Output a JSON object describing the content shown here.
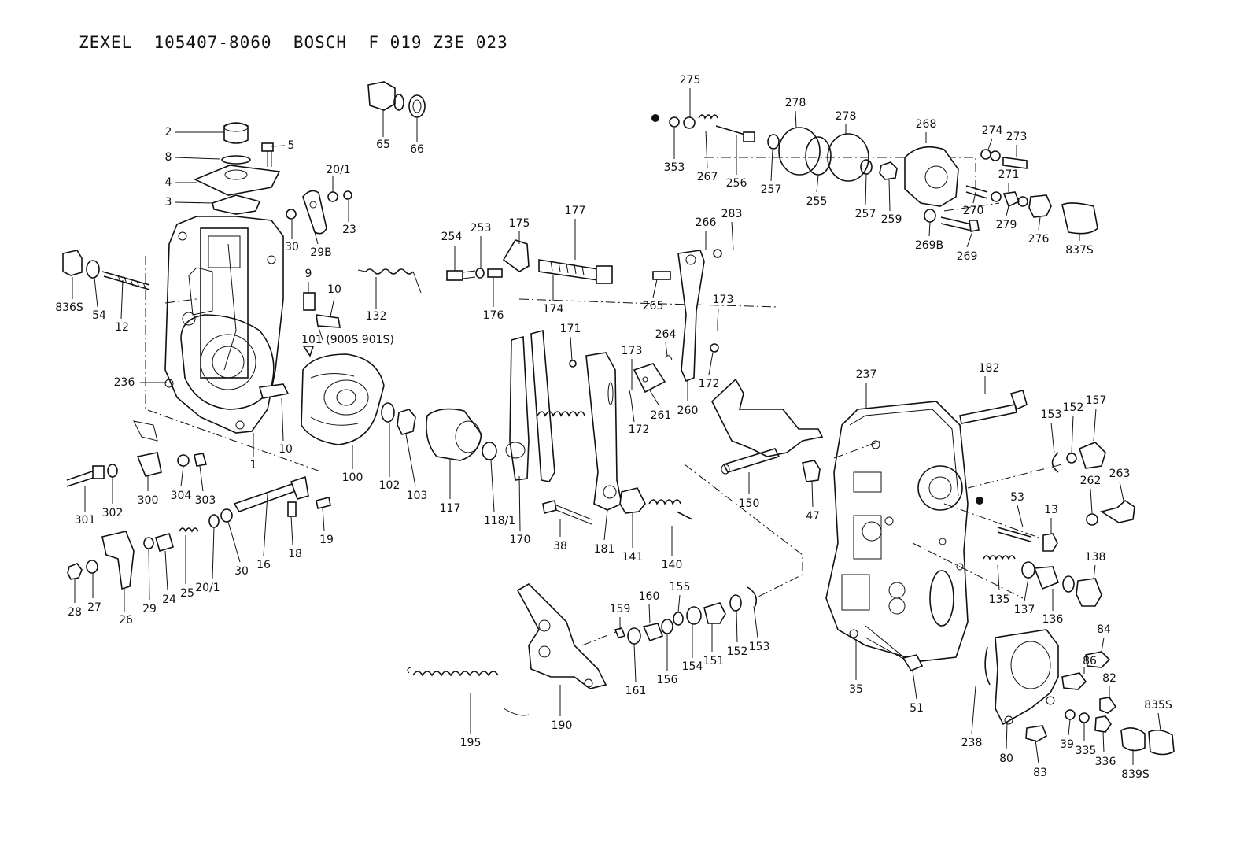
{
  "header": {
    "title": "ZEXEL  105407-8060  BOSCH  F 019 Z3E 023"
  },
  "parts": [
    "2",
    "8",
    "5",
    "4",
    "3",
    "20/1",
    "23",
    "30",
    "29B",
    "836S",
    "54",
    "12",
    "9",
    "10",
    "101 (900S.901S)",
    "132",
    "236",
    "1",
    "10",
    "65",
    "66",
    "100",
    "102",
    "103",
    "117",
    "118/1",
    "301",
    "302",
    "300",
    "304",
    "303",
    "28",
    "27",
    "26",
    "29",
    "24",
    "25",
    "20/1",
    "30",
    "16",
    "18",
    "19",
    "254",
    "253",
    "175",
    "177",
    "176",
    "174",
    "170",
    "171",
    "38",
    "181",
    "141",
    "140",
    "173",
    "172",
    "264",
    "261",
    "260",
    "173",
    "172",
    "266",
    "283",
    "265",
    "275",
    "353",
    "267",
    "256",
    "257",
    "278",
    "255",
    "278",
    "257",
    "259",
    "268",
    "274",
    "273",
    "271",
    "270",
    "279",
    "276",
    "837S",
    "269B",
    "269",
    "237",
    "182",
    "150",
    "47",
    "153",
    "152",
    "157",
    "262",
    "263",
    "53",
    "13",
    "135",
    "137",
    "136",
    "138",
    "159",
    "160",
    "155",
    "161",
    "156",
    "154",
    "151",
    "152",
    "153",
    "190",
    "195",
    "35",
    "51",
    "238",
    "84",
    "86",
    "82",
    "80",
    "83",
    "39",
    "335",
    "336",
    "835S",
    "839S"
  ]
}
